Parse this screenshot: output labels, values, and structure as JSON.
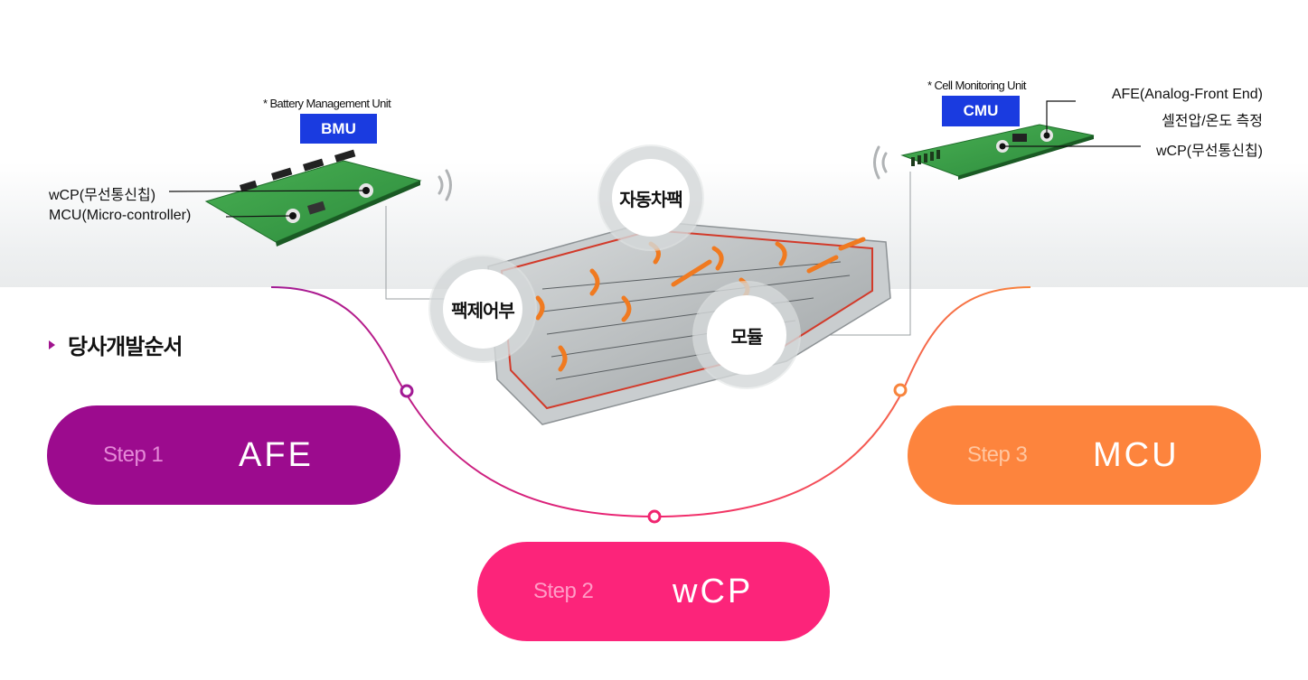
{
  "bmu": {
    "caption": "* Battery Management Unit",
    "badge": "BMU",
    "labels": {
      "wcp": "wCP(무선통신칩)",
      "mcu": "MCU(Micro-controller)"
    }
  },
  "cmu": {
    "caption": "* Cell Monitoring Unit",
    "badge": "CMU",
    "labels": {
      "afe": "AFE(Analog-Front End)",
      "afe_sub": "셀전압/온도 측정",
      "wcp": "wCP(무선통신칩)"
    }
  },
  "pack": {
    "circles": {
      "vehicle_pack": "자동차팩",
      "pack_control": "팩제어부",
      "module": "모듈"
    }
  },
  "section_title": "당사개발순서",
  "steps": [
    {
      "step": "Step 1",
      "name": "AFE",
      "color": "#9c0b8e"
    },
    {
      "step": "Step 2",
      "name": "wCP",
      "color": "#fc247a"
    },
    {
      "step": "Step 3",
      "name": "MCU",
      "color": "#fd843d"
    }
  ],
  "colors": {
    "badge_blue": "#1a3be0",
    "curve_purple": "#a21a94",
    "curve_pink": "#f0246f",
    "curve_orange": "#f8843c"
  }
}
